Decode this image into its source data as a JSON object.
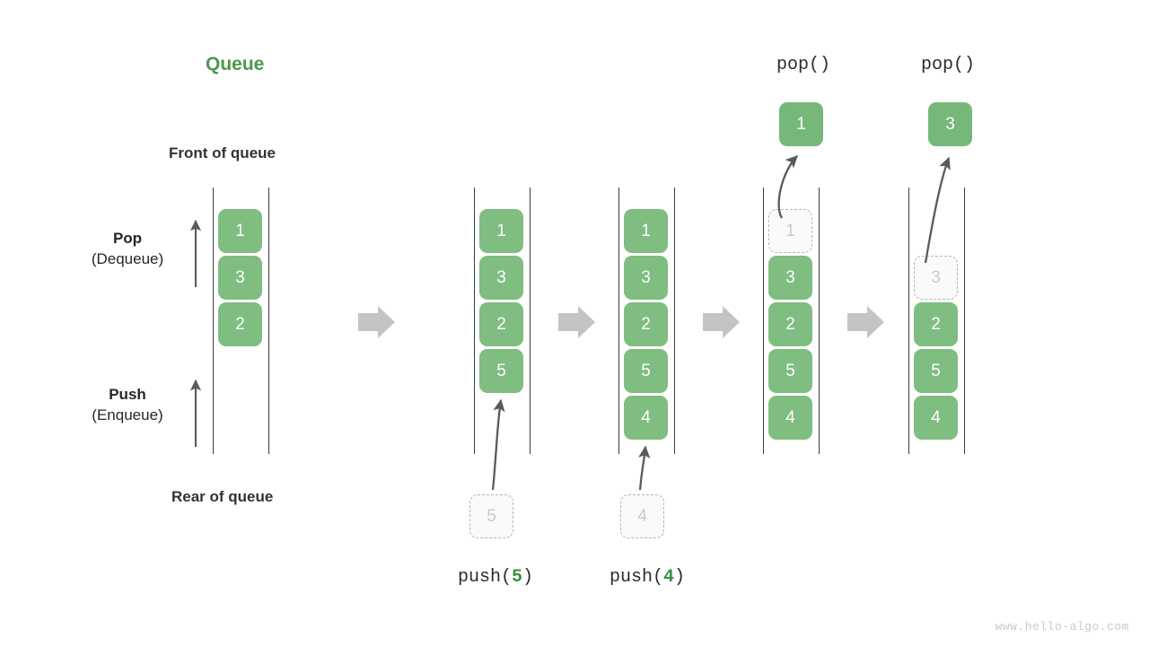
{
  "title": "Queue",
  "labels": {
    "front": "Front of queue",
    "rear": "Rear of queue",
    "pop_lead": "Pop",
    "pop_sub": "(Dequeue)",
    "push_lead": "Push",
    "push_sub": "(Enqueue)"
  },
  "watermark": "www.hello-algo.com",
  "colors": {
    "brand_green": "#4a9a4a",
    "cell_green": "#7fbd81",
    "ghost_border": "#b6b6b6",
    "ghost_text": "#c9c9c9",
    "rail": "#3d3d3d",
    "flow_arrow": "#c4c4c4",
    "thin_arrow": "#5a5a5a",
    "label_dark": "#333333"
  },
  "stages": [
    {
      "id": "initial",
      "caption": "",
      "top_caption": "",
      "cells": [
        "1",
        "3",
        "2"
      ],
      "ghost_in_rail_index": -1,
      "incoming": null,
      "outgoing": null
    },
    {
      "id": "push-5",
      "caption_prefix": "push(",
      "caption_value": "5",
      "caption_suffix": ")",
      "top_caption": "",
      "cells": [
        "1",
        "3",
        "2",
        "5"
      ],
      "ghost_in_rail_index": -1,
      "incoming": "5",
      "outgoing": null
    },
    {
      "id": "push-4",
      "caption_prefix": "push(",
      "caption_value": "4",
      "caption_suffix": ")",
      "top_caption": "",
      "cells": [
        "1",
        "3",
        "2",
        "5",
        "4"
      ],
      "ghost_in_rail_index": -1,
      "incoming": "4",
      "outgoing": null
    },
    {
      "id": "pop-1",
      "caption_prefix": "",
      "caption_value": "",
      "caption_suffix": "",
      "top_caption": "pop()",
      "cells": [
        "1",
        "3",
        "2",
        "5",
        "4"
      ],
      "ghost_in_rail_index": 0,
      "incoming": null,
      "outgoing": "1"
    },
    {
      "id": "pop-3",
      "caption_prefix": "",
      "caption_value": "",
      "caption_suffix": "",
      "top_caption": "pop()",
      "cells": [
        "3",
        "2",
        "5",
        "4"
      ],
      "ghost_in_rail_index": 0,
      "incoming": null,
      "outgoing": "3"
    }
  ],
  "flow_arrows_count": 4
}
